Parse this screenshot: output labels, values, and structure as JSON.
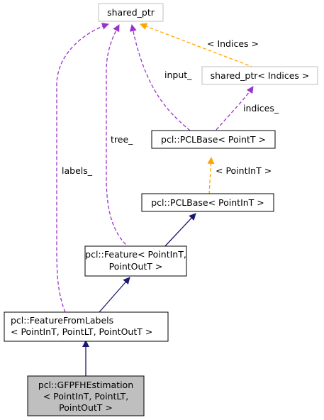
{
  "nodes": {
    "shared_ptr": {
      "lines": [
        "shared_ptr"
      ]
    },
    "shared_ptr_indices": {
      "lines": [
        "shared_ptr< Indices >"
      ]
    },
    "pclbase_pointt": {
      "lines": [
        "pcl::PCLBase< PointT >"
      ]
    },
    "pclbase_pointint": {
      "lines": [
        "pcl::PCLBase< PointInT >"
      ]
    },
    "feature": {
      "lines": [
        "pcl::Feature< PointInT,",
        "PointOutT >"
      ]
    },
    "featurefromlabels": {
      "lines": [
        "pcl::FeatureFromLabels",
        "< PointInT, PointLT, PointOutT >"
      ]
    },
    "gfpfh": {
      "lines": [
        "pcl::GFPFHEstimation",
        "< PointInT, PointLT,",
        "PointOutT >"
      ]
    }
  },
  "edge_labels": {
    "indices_tmpl": "< Indices >",
    "input": "input_",
    "indices": "indices_",
    "tree": "tree_",
    "labels": "labels_",
    "pointint_tmpl": "< PointInT >"
  },
  "colors": {
    "inherit": "#191970",
    "member": "#9a32cd",
    "template": "#ffa500",
    "node_border_gray": "#bfbfbf",
    "highlight_fill": "#bfbfbf"
  }
}
